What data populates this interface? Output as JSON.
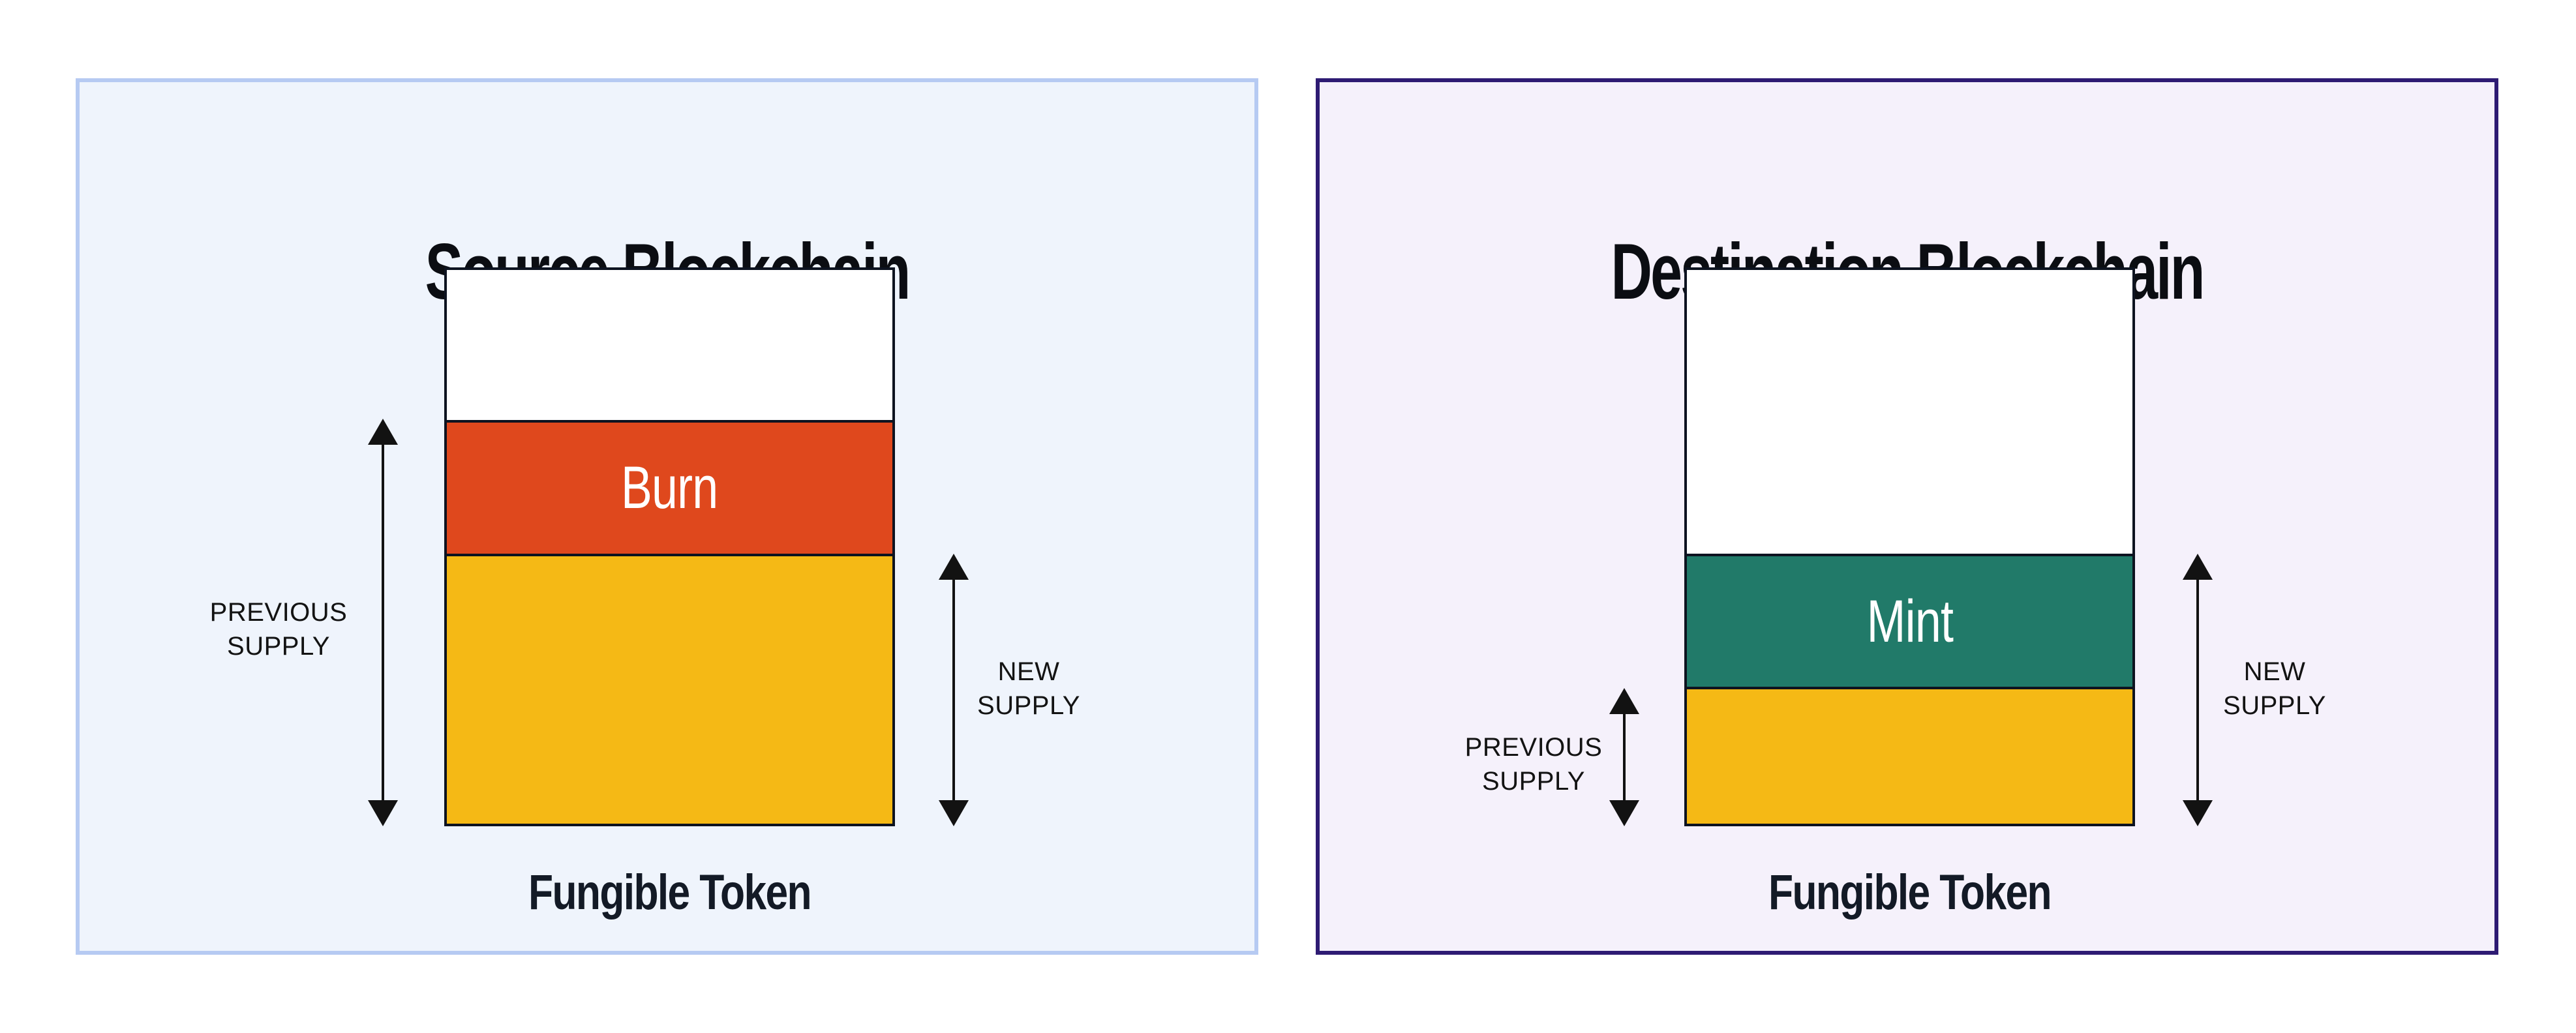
{
  "ui": {
    "arrow_color": "#121212",
    "bar_outline_color": "#0d1320",
    "title_color": "#0b0d12",
    "label_color": "#131313"
  },
  "panels": [
    {
      "name": "source",
      "title": "Source Blockchain",
      "token_label": "Fungible Token",
      "theme": {
        "background": "#eff4fc",
        "border_color": "#b6caf2"
      },
      "bar": {
        "outline_color": "#0d1320",
        "segments": [
          {
            "name": "headroom",
            "label": "",
            "color": "#ffffff",
            "height": "27.1%"
          },
          {
            "name": "burn",
            "label": "Burn",
            "color": "#df481d",
            "height": "24.1%",
            "label_color": "#ffffff"
          },
          {
            "name": "remaining-supply",
            "label": "",
            "color": "#f5b915",
            "height": "48.8%"
          }
        ]
      },
      "annotations": {
        "previous": {
          "line1": "PREVIOUS",
          "line2": "SUPPLY",
          "spans": "burn + remaining supply"
        },
        "new": {
          "line1": "NEW",
          "line2": "SUPPLY",
          "spans": "remaining supply"
        }
      }
    },
    {
      "name": "destination",
      "title": "Destination Blockchain",
      "token_label": "Fungible Token",
      "theme": {
        "background": "#f5f1fb",
        "border_color": "#2e1b73"
      },
      "bar": {
        "outline_color": "#0d1320",
        "segments": [
          {
            "name": "headroom",
            "label": "",
            "color": "#ffffff",
            "height": "51.2%"
          },
          {
            "name": "mint",
            "label": "Mint",
            "color": "#217a69",
            "height": "24.1%",
            "label_color": "#ffffff"
          },
          {
            "name": "previous-supply",
            "label": "",
            "color": "#f5b915",
            "height": "24.7%"
          }
        ]
      },
      "annotations": {
        "previous": {
          "line1": "PREVIOUS",
          "line2": "SUPPLY",
          "spans": "previous supply"
        },
        "new": {
          "line1": "NEW",
          "line2": "SUPPLY",
          "spans": "mint + previous supply"
        }
      }
    }
  ]
}
